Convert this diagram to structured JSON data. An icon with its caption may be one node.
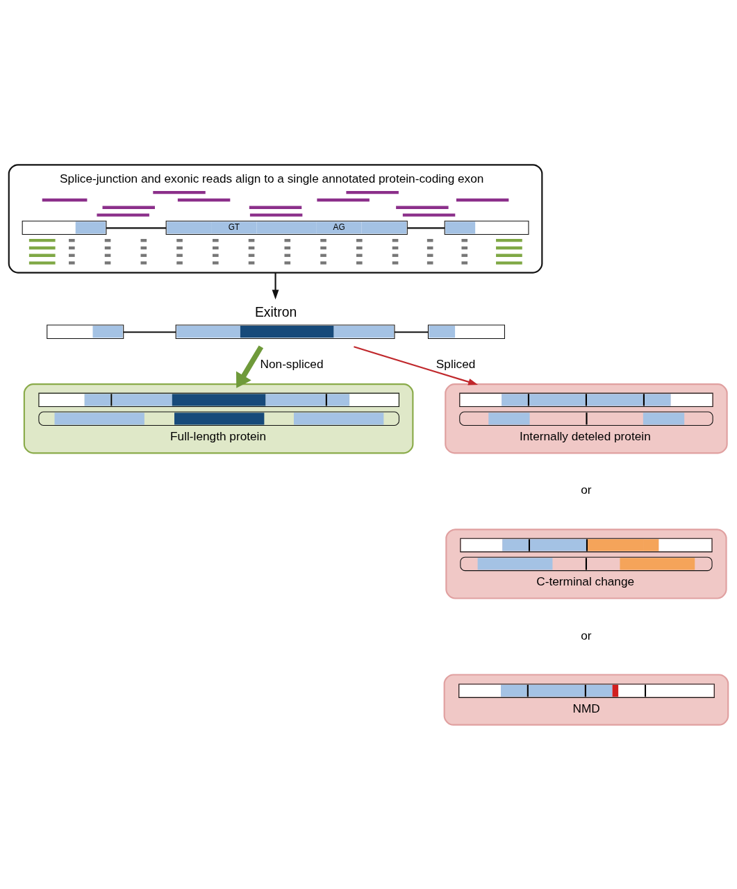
{
  "diagram": {
    "nodes": [
      {
        "text": [
          "Splice-junction and exonic reads align to a single annotated protein-coding exon",
          "GT",
          "AG"
        ]
      },
      {
        "text": [
          "Exitron"
        ]
      },
      {
        "text": [
          "Full-length protein"
        ]
      },
      {
        "text": [
          "Internally deteled protein"
        ]
      },
      {
        "text": [
          "C-terminal change"
        ]
      },
      {
        "text": [
          "NMD"
        ]
      }
    ],
    "edges": [
      {
        "from": 0,
        "to": 1,
        "arrow": "to",
        "color": "#111111"
      },
      {
        "from": 1,
        "to": 2,
        "arrow": "to",
        "label": "Non-spliced",
        "style": "thick",
        "color": "#6f9a3a"
      },
      {
        "from": 1,
        "to": 3,
        "arrow": "to",
        "label": "Spliced",
        "color": "#c0282c"
      }
    ],
    "labels": [
      "or",
      "or"
    ]
  }
}
